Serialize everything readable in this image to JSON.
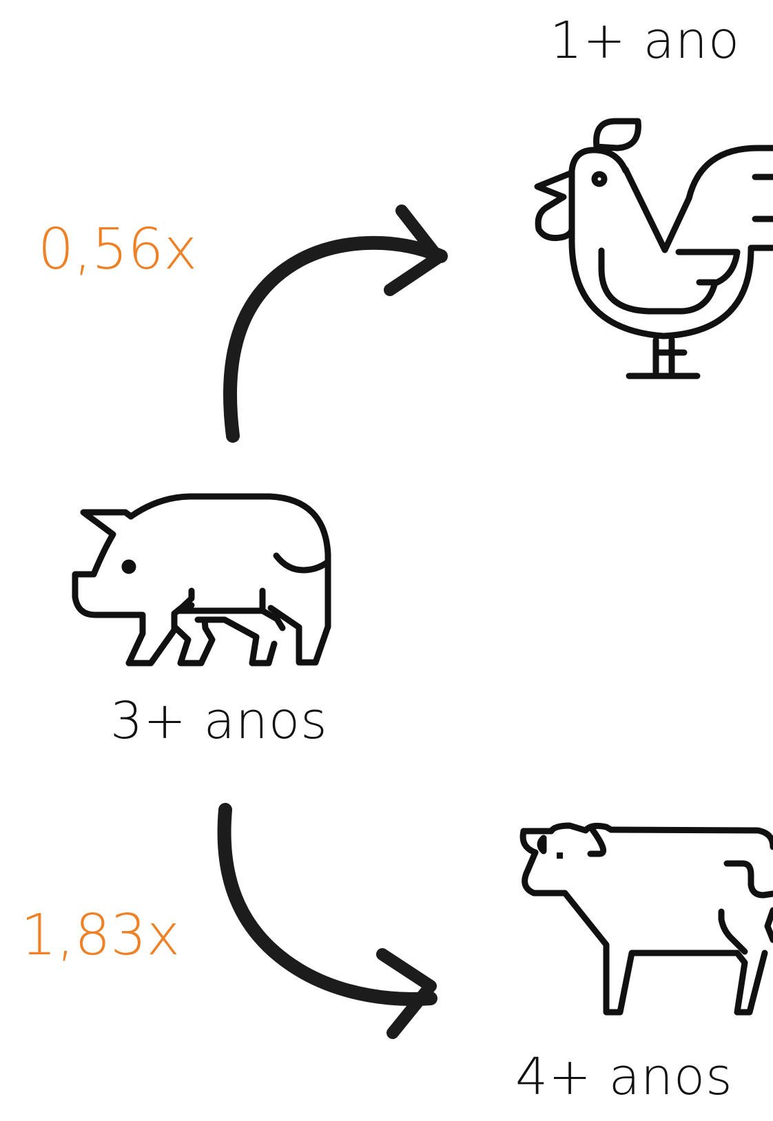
{
  "colors": {
    "accent": "#EE8126",
    "ink": "#111111",
    "arrow": "#1c1c1c"
  },
  "animals": {
    "chicken": {
      "icon": "chicken-icon",
      "duration": "1+ ano"
    },
    "pig": {
      "icon": "pig-icon",
      "duration": "3+ anos"
    },
    "cow": {
      "icon": "cow-icon",
      "duration": "4+ anos"
    }
  },
  "ratios": {
    "pig_to_chicken": "0,56x",
    "pig_to_cow": "1,83x"
  }
}
